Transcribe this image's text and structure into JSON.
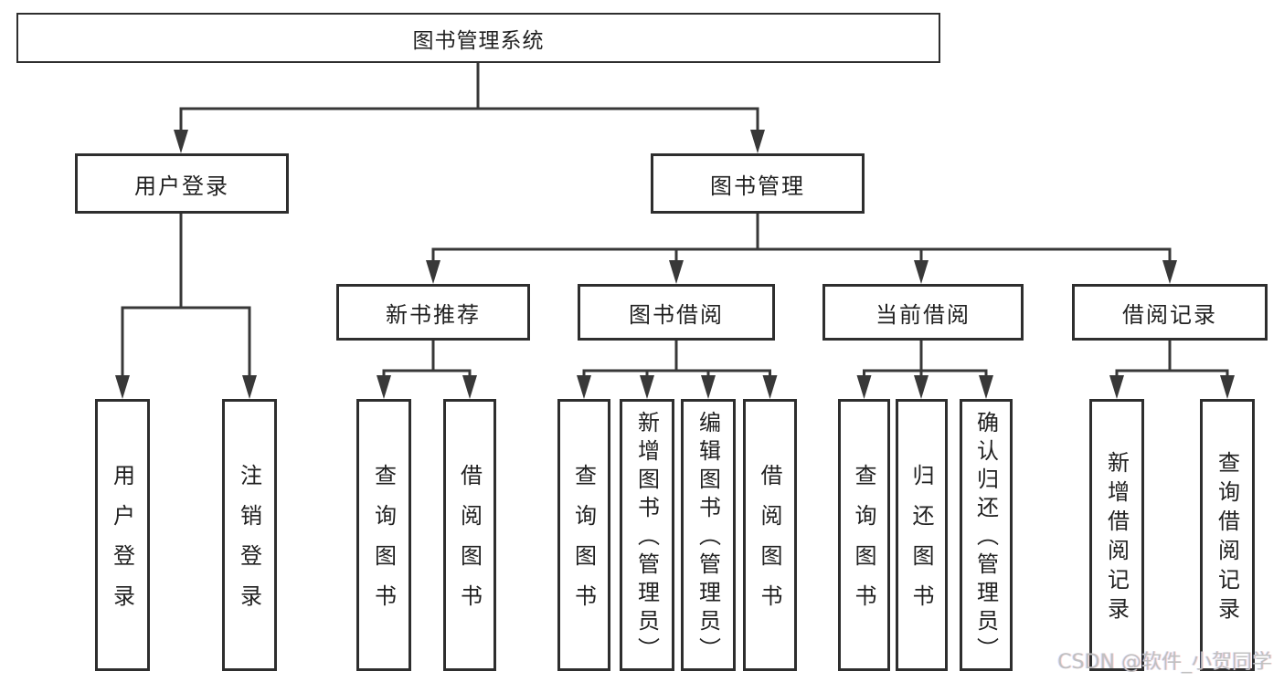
{
  "diagram": {
    "type": "hierarchy-tree",
    "title": "图书管理系统"
  },
  "colors": {
    "line": "#383838",
    "box_border": "#2e2e2e",
    "text": "#212121",
    "watermark": "#c0c0c0",
    "background": "#ffffff"
  },
  "tree": {
    "label": "图书管理系统",
    "children": [
      {
        "label": "用户登录",
        "children": [
          {
            "label": "用户登录"
          },
          {
            "label": "注销登录"
          }
        ]
      },
      {
        "label": "图书管理",
        "children": [
          {
            "label": "新书推荐",
            "children": [
              {
                "label": "查询图书"
              },
              {
                "label": "借阅图书"
              }
            ]
          },
          {
            "label": "图书借阅",
            "children": [
              {
                "label": "查询图书"
              },
              {
                "label": "新增图书（管理员）"
              },
              {
                "label": "编辑图书（管理员）"
              },
              {
                "label": "借阅图书"
              }
            ]
          },
          {
            "label": "当前借阅",
            "children": [
              {
                "label": "查询图书"
              },
              {
                "label": "归还图书"
              },
              {
                "label": "确认归还（管理员）"
              }
            ]
          },
          {
            "label": "借阅记录",
            "children": [
              {
                "label": "新增借阅记录"
              },
              {
                "label": "查询借阅记录"
              }
            ]
          }
        ]
      }
    ]
  },
  "watermark": {
    "text": "CSDN @软件_小贺同学"
  }
}
